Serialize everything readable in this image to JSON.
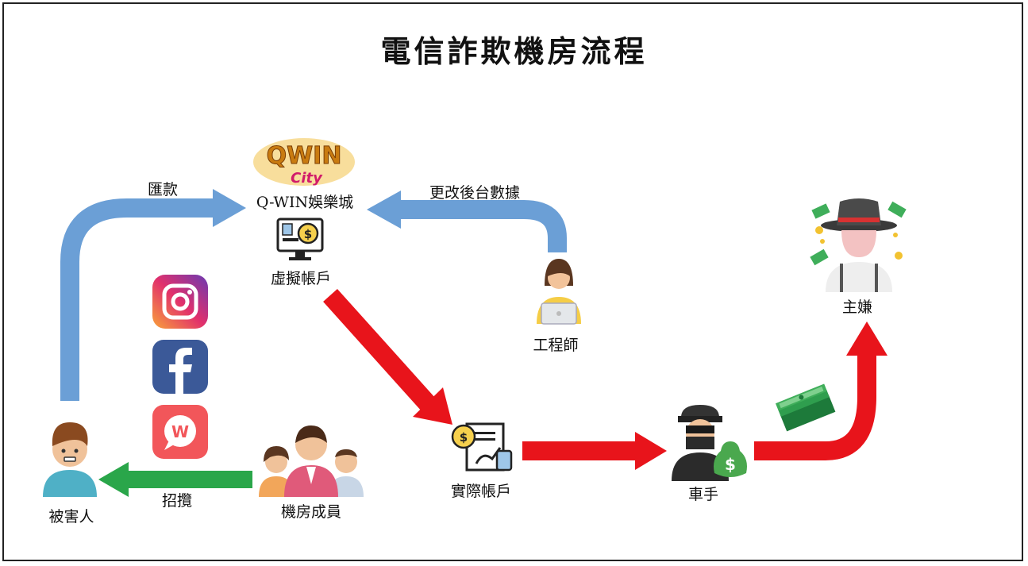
{
  "title": "電信詐欺機房流程",
  "logo": {
    "text_top": "QWIN",
    "text_bottom": "City",
    "icon": "q-win-city-logo"
  },
  "nodes": {
    "platform": "Q-WIN娛樂城",
    "virtual_account": "虛擬帳戶",
    "engineer": "工程師",
    "real_account": "實際帳戶",
    "mule": "車手",
    "boss": "主嫌",
    "victim": "被害人",
    "members": "機房成員"
  },
  "edges": {
    "remit": "匯款",
    "modify_backend": "更改後台數據",
    "recruit": "招攬"
  },
  "social_icons": [
    "instagram-icon",
    "facebook-icon",
    "wechat-icon"
  ],
  "colors": {
    "blue_arrow": "#6b9fd6",
    "red_arrow": "#e8141b",
    "green_arrow": "#2aa64a"
  }
}
